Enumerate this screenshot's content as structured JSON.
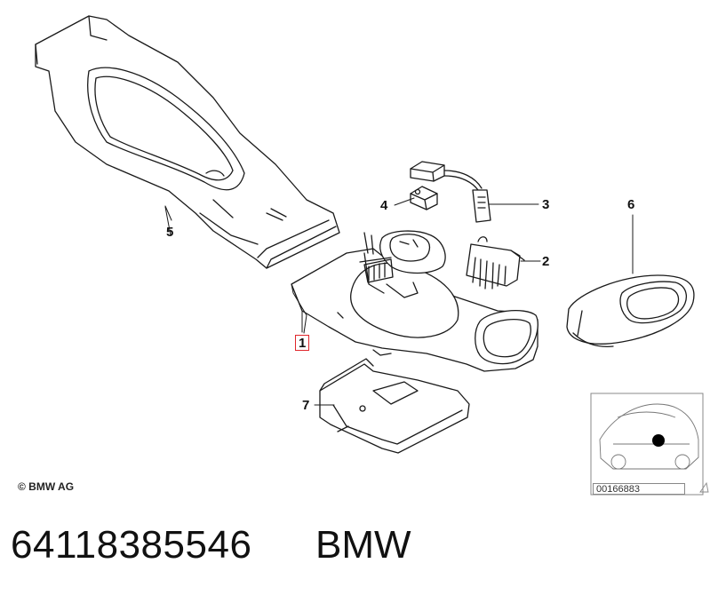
{
  "callouts": {
    "c1": "1",
    "c2": "2",
    "c3": "3",
    "c4": "4",
    "c5": "5",
    "c6": "6",
    "c7": "7"
  },
  "copyright": "© BMW AG",
  "thumbnail_code": "00166883",
  "part_number": "64118385546",
  "brand": "BMW",
  "colors": {
    "line": "#1a1a1a",
    "highlight_box": "#e0262b",
    "thumbnail_border": "#888888",
    "location_dot": "#000000"
  }
}
